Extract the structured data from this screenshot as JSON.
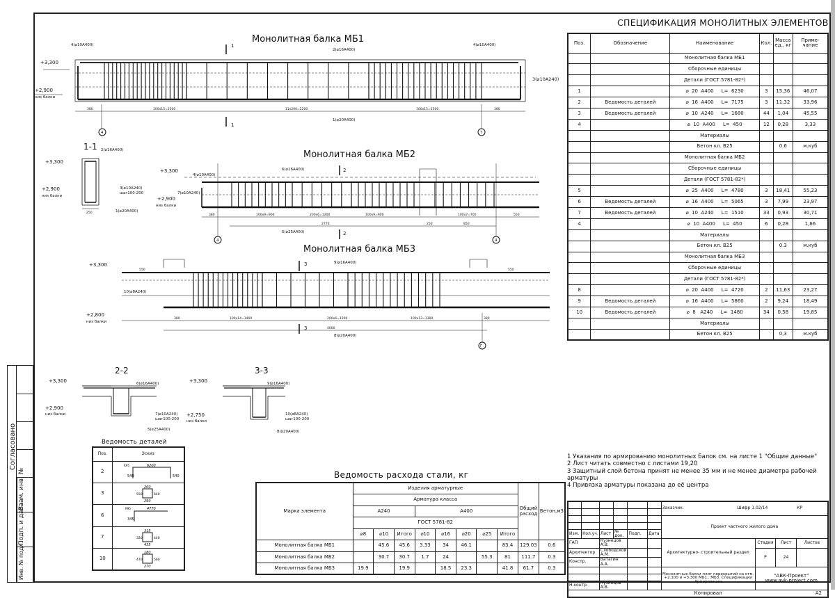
{
  "spec": {
    "title": "СПЕЦИФИКАЦИЯ МОНОЛИТНЫХ ЭЛЕМЕНТОВ",
    "headers": [
      "Поз.",
      "Обозначение",
      "Наименование",
      "Кол.",
      "Масса ед., кг",
      "Приме- чание"
    ],
    "rows": [
      [
        "",
        "",
        "Монолитная балка МБ1",
        "",
        "",
        ""
      ],
      [
        "",
        "",
        "Сборочные единицы",
        "",
        "",
        ""
      ],
      [
        "",
        "",
        "Детали (ГОСТ 5781-82*)",
        "",
        "",
        ""
      ],
      [
        "1",
        "",
        "⌀  20  А400     L=  6230",
        "3",
        "15,36",
        "46,07"
      ],
      [
        "2",
        "Ведомость деталей",
        "⌀  16  А400     L=  7175",
        "3",
        "11,32",
        "33,96"
      ],
      [
        "3",
        "Ведомость деталей",
        "⌀  10  А240     L=  1680",
        "44",
        "1,04",
        "45,55"
      ],
      [
        "4",
        "",
        "⌀  10  А400     L=  450",
        "12",
        "0,28",
        "3,33"
      ],
      [
        "",
        "",
        "Материалы",
        "",
        "",
        ""
      ],
      [
        "",
        "",
        "Бетон кл. В25",
        "",
        "0.6",
        "м.куб"
      ],
      [
        "",
        "",
        "Монолитная балка МБ2",
        "",
        "",
        ""
      ],
      [
        "",
        "",
        "Сборочные единицы",
        "",
        "",
        ""
      ],
      [
        "",
        "",
        "Детали (ГОСТ 5781-82*)",
        "",
        "",
        ""
      ],
      [
        "5",
        "",
        "⌀  25  А400     L=  4780",
        "3",
        "18,41",
        "55,23"
      ],
      [
        "6",
        "Ведомость деталей",
        "⌀  16  А400     L=  5065",
        "3",
        "7,99",
        "23,97"
      ],
      [
        "7",
        "Ведомость деталей",
        "⌀  10  А240     L=  1510",
        "33",
        "0,93",
        "30,71"
      ],
      [
        "4",
        "",
        "⌀  10  А400     L=  450",
        "6",
        "0,28",
        "1,66"
      ],
      [
        "",
        "",
        "Материалы",
        "",
        "",
        ""
      ],
      [
        "",
        "",
        "Бетон кл. В25",
        "",
        "0.3",
        "м.куб"
      ],
      [
        "",
        "",
        "Монолитная балка МБ3",
        "",
        "",
        ""
      ],
      [
        "",
        "",
        "Сборочные единицы",
        "",
        "",
        ""
      ],
      [
        "",
        "",
        "Детали (ГОСТ 5781-82*)",
        "",
        "",
        ""
      ],
      [
        "8",
        "",
        "⌀  20  А400     L=  4720",
        "2",
        "11,63",
        "23,27"
      ],
      [
        "9",
        "Ведомость деталей",
        "⌀  16  А400     L=  5860",
        "2",
        "9,24",
        "18,49"
      ],
      [
        "10",
        "Ведомость деталей",
        "⌀  8   А240     L=  1480",
        "34",
        "0,58",
        "19,85"
      ],
      [
        "",
        "",
        "Материалы",
        "",
        "",
        ""
      ],
      [
        "",
        "",
        "Бетон кл. В25",
        "",
        "0,3",
        "м.куб"
      ]
    ]
  },
  "steel": {
    "title": "Ведомость расхода стали, кг",
    "h_mark": "Марка элемента",
    "h_products": "Изделия арматурные",
    "h_class": "Арматура класса",
    "h_a240": "А240",
    "h_a400": "А400",
    "h_gost": "ГОСТ 5781-82",
    "h_total": "Общий расход",
    "h_concrete": "Бетон,м3",
    "subcols": [
      "⌀8",
      "⌀10",
      "Итого",
      "⌀10",
      "⌀16",
      "⌀20",
      "⌀25",
      "Итого"
    ],
    "rows": [
      [
        "Монолитная балка МБ1",
        "",
        "45.6",
        "45.6",
        "3.33",
        "34",
        "46.1",
        "",
        "83.4",
        "129.03",
        "0.6"
      ],
      [
        "Монолитная балка МБ2",
        "",
        "30.7",
        "30.7",
        "1.7",
        "24",
        "",
        "55.3",
        "81",
        "111.7",
        "0.3"
      ],
      [
        "Монолитная балка МБ3",
        "19.9",
        "",
        "19.9",
        "",
        "18.5",
        "23.3",
        "",
        "41.8",
        "61.7",
        "0.3"
      ]
    ]
  },
  "details": {
    "title": "Ведомость деталей",
    "h_pos": "Поз.",
    "h_sketch": "Эскиз",
    "rows": [
      {
        "pos": "2",
        "dims": [
          "R95",
          "6200",
          "540",
          "540"
        ],
        "shape": "u"
      },
      {
        "pos": "3",
        "dims": [
          "200",
          "550",
          "640",
          "290"
        ],
        "shape": "box"
      },
      {
        "pos": "6",
        "dims": [
          "R95",
          "4770",
          "345"
        ],
        "shape": "l"
      },
      {
        "pos": "7",
        "dims": [
          "315",
          "320",
          "440",
          "435"
        ],
        "shape": "box"
      },
      {
        "pos": "10",
        "dims": [
          "180",
          "470",
          "560",
          "270"
        ],
        "shape": "box"
      }
    ]
  },
  "notes": [
    "1 Указания по армированию монолитных балок см. на листе 1 \"Общие данные\"",
    "2 Лист читать совместно с листами 19,20",
    "3 Защитный слой бетона  принят  не менее 35 мм и не менее диаметра рабочей арматуры",
    "4 Привязка арматуры показана до её центра"
  ],
  "titleblock": {
    "customer": "Заказчик:",
    "code": "Шифр 1.02/14",
    "kr": "КР",
    "project": "Проект частного жилого дома",
    "cols": [
      "Изм.",
      "Кол.уч.",
      "Лист",
      "№ док.",
      "Подп.",
      "Дата"
    ],
    "people": [
      [
        "ГАП",
        "Кузнецов А.В."
      ],
      [
        "Архитектор",
        "Слободской А.М."
      ],
      [
        "Констр.",
        "Ватагин А.А."
      ],
      [
        "",
        ""
      ],
      [
        "",
        ""
      ],
      [
        "Н.контр.",
        "Кузнецов А.В."
      ]
    ],
    "section": "Архитектурно- строительный раздел",
    "stage_h": "Стадия",
    "sheet_h": "Лист",
    "sheets_h": "Листов",
    "stage": "Р",
    "sheet": "24",
    "sheet_title": "Монолитные балки плит перекрытий на отм. +2.100 и +3.300 МБ1...МБ3. Спецификации Армирование",
    "company": "\"АВК-Проект\"",
    "website": "www.avk-project.com",
    "copied": "Копировал",
    "format": "А2"
  },
  "leftstrip": {
    "agreed": "Согласовано",
    "inv_replace": "Взам. инв. №",
    "sign_date": "Подп. и дата",
    "inv_orig": "Инв. № подл."
  },
  "drawings": {
    "mb1": {
      "title": "Монолитная балка МБ1",
      "lvl_top": "+3,300",
      "lvl_bot": "+2,900",
      "bot_note": "низ балки",
      "c4a": "4(⌀10А400)",
      "c2": "2(⌀16А400)",
      "c4b": "4(⌀10А400)",
      "c3": "3(⌀10А240)",
      "c1": "1(⌀20А400)",
      "dims": [
        "380",
        "100x15=1500",
        "11x200=2200",
        "100x15=1500",
        "380"
      ],
      "axis_l": "4",
      "axis_r": "7",
      "sec": "1"
    },
    "mb2": {
      "title": "Монолитная балка МБ2",
      "lvl_top": "+3,300",
      "lvl_bot": "+2,900",
      "bot_note": "низ балки",
      "c6": "6(⌀16А400)",
      "c4": "4(⌀10А400)",
      "c7": "7(⌀10А240)",
      "c5": "5(⌀25А400)",
      "dims": [
        "380",
        "100x9=900",
        "200x6=1200",
        "100x9=900",
        "100x7=700",
        "550"
      ],
      "dims2": [
        "2770",
        "250",
        "850"
      ],
      "axis_l": "4",
      "axis_r": "4",
      "sec": "2"
    },
    "mb3": {
      "title": "Монолитная балка МБ3",
      "lvl_top": "+3,300",
      "lvl_bot": "+2,800",
      "bot_note": "низ балки",
      "c9": "9(⌀16А400)",
      "c10": "10(⌀8А240)",
      "c8": "8(⌀20А400)",
      "dims": [
        "380",
        "100x14=1400",
        "200x6=1200",
        "100x13=1300",
        "380"
      ],
      "top_dims": [
        "550",
        "550"
      ],
      "total": "4000",
      "axis": "Г",
      "sec": "3"
    },
    "s11": {
      "title": "1-1",
      "lvl_top": "+3,300",
      "lvl_bot": "+2,900",
      "bot_note": "низ балки",
      "c2": "2(⌀16А400)",
      "c3": "3(⌀10А240)",
      "c3b": "шаг100-200",
      "c1": "1(⌀20А400)",
      "w": "250"
    },
    "s22": {
      "title": "2-2",
      "lvl_top": "+3,300",
      "lvl_bot": "+2,900",
      "bot_note": "низ балки",
      "c6": "6(⌀16А400)",
      "c7": "7(⌀10А240)",
      "c7b": "шаг100-200",
      "c5": "5(⌀25А400)"
    },
    "s33": {
      "title": "3-3",
      "lvl_top": "+3,300",
      "lvl_bot": "+2,750",
      "bot_note": "низ балки",
      "c9": "9(⌀16А400)",
      "c10": "10(⌀8А240)",
      "c10b": "шаг100-200",
      "c8": "8(⌀20А400)"
    }
  }
}
